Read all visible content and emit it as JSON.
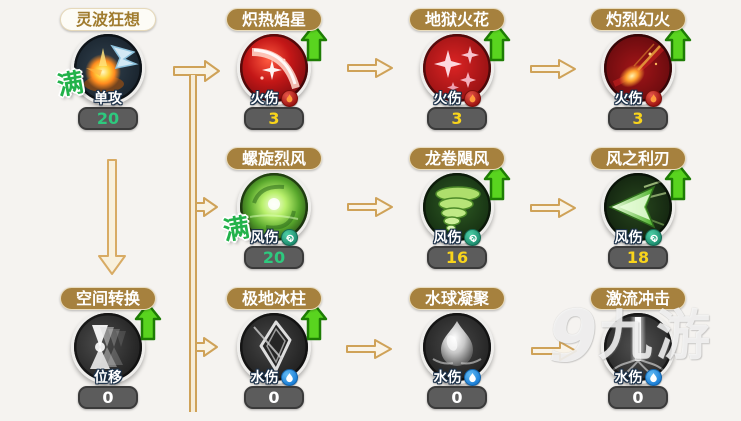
{
  "app": {
    "view": "skill-tree"
  },
  "badges": {
    "max": "满"
  },
  "watermark": {
    "logo": "9",
    "text": "九游"
  },
  "colors": {
    "background": "#f5f3f0",
    "pill_bg": "#a6813e",
    "pill_maxed_bg": "#fdfcf6",
    "pill_maxed_text": "#a07c2f",
    "connector_outline": "#cfa258",
    "upgrade_arrow_green": "#59d41f",
    "max_badge_green": "#22b24a",
    "value_green": "#2ec97e",
    "value_yellow": "#f8d41c",
    "value_white": "#ffffff",
    "value_box_bg": "#5c5c5c"
  },
  "skills": [
    {
      "title": "灵波狂想",
      "label": "单攻",
      "value": "20",
      "element": null,
      "state": "maxed",
      "value_color": "green"
    },
    {
      "title": "炽热焰星",
      "label": "火伤",
      "value": "3",
      "element": "fire",
      "state": "upgradable",
      "value_color": "yellow"
    },
    {
      "title": "地狱火花",
      "label": "火伤",
      "value": "3",
      "element": "fire",
      "state": "upgradable",
      "value_color": "yellow"
    },
    {
      "title": "灼烈幻火",
      "label": "火伤",
      "value": "3",
      "element": "fire",
      "state": "upgradable",
      "value_color": "yellow"
    },
    {
      "title": "螺旋烈风",
      "label": "风伤",
      "value": "20",
      "element": "wind",
      "state": "maxed",
      "value_color": "green"
    },
    {
      "title": "龙卷飓风",
      "label": "风伤",
      "value": "16",
      "element": "wind",
      "state": "upgradable",
      "value_color": "yellow"
    },
    {
      "title": "风之利刃",
      "label": "风伤",
      "value": "18",
      "element": "wind",
      "state": "upgradable",
      "value_color": "yellow"
    },
    {
      "title": "空间转换",
      "label": "位移",
      "value": "0",
      "element": null,
      "state": "upgradable",
      "value_color": "white"
    },
    {
      "title": "极地冰柱",
      "label": "水伤",
      "value": "0",
      "element": "water",
      "state": "upgradable",
      "value_color": "white"
    },
    {
      "title": "水球凝聚",
      "label": "水伤",
      "value": "0",
      "element": "water",
      "state": "locked",
      "value_color": "white"
    },
    {
      "title": "激流冲击",
      "label": "水伤",
      "value": "0",
      "element": "water",
      "state": "locked",
      "value_color": "white"
    }
  ]
}
